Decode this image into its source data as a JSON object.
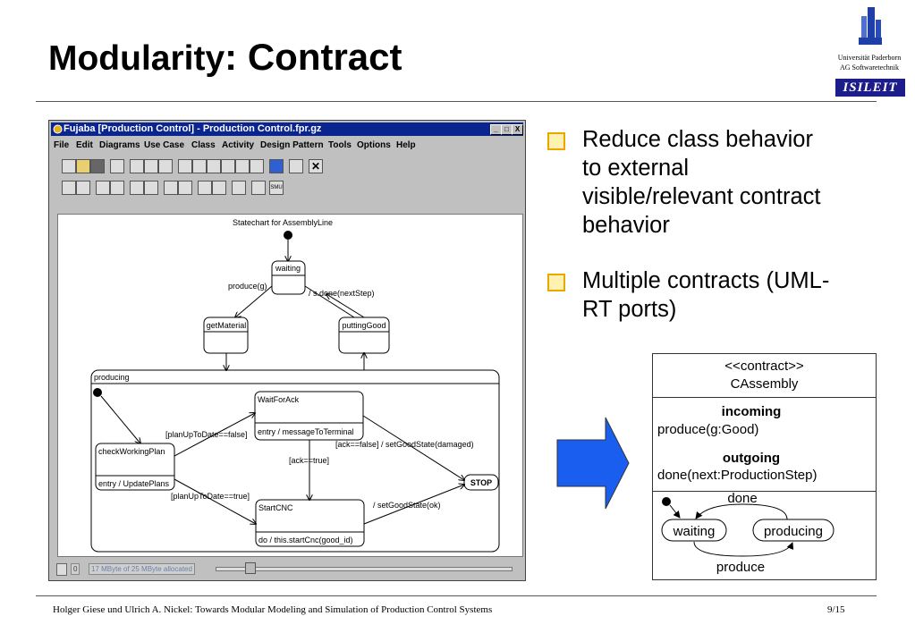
{
  "slide": {
    "title_part1": "Modularity",
    "title_part2": ": Contract",
    "logo": {
      "line1": "Universität Paderborn",
      "line2": "AG Softwaretechnik",
      "badge": "ISILEIT"
    },
    "bullets": [
      "Reduce class behavior to external visible/relevant contract behavior",
      "Multiple contracts (UML-RT ports)"
    ],
    "footer": {
      "citation": "Holger Giese und Ulrich A. Nickel: Towards Modular Modeling and Simulation of Production Control Systems",
      "page": "9/15"
    },
    "colors": {
      "bullet_box": "#e8a800",
      "arrow": "#1a5ef0",
      "titlebar": "#0a2490"
    }
  },
  "app": {
    "title": "Fujaba [Production Control] - Production Control.fpr.gz",
    "window_buttons": [
      "_",
      "□",
      "X"
    ],
    "menu": [
      "File",
      "Edit",
      "Diagrams",
      "Use Case",
      "Class",
      "Activity",
      "Design Pattern",
      "Tools",
      "Options",
      "Help"
    ],
    "toolbar_extra_label": "SMU",
    "status": {
      "field1": "0",
      "memory": "17 MByte of 25 MByte allocated"
    },
    "diagram": {
      "caption": "Statechart for AssemblyLine",
      "states": {
        "waiting": "waiting",
        "getMaterial": "getMaterial",
        "puttingGood": "puttingGood",
        "producing": "producing",
        "waitForAck": "WaitForAck",
        "waitForAck_action": "entry / messageToTerminal",
        "checkWorkingPlan": "checkWorkingPlan",
        "checkWorkingPlan_action": "entry / UpdatePlans",
        "startCNC": "StartCNC",
        "startCNC_action": "do / this.startCnc(good_id)",
        "stop": "STOP"
      },
      "labels": {
        "produce": "produce(g)",
        "done": "/ s.done(nextStep)",
        "planFalse": "[planUpToDate==false]",
        "planTrue": "[planUpToDate==true]",
        "ackFalse": "[ack==false] / setGoodState(damaged)",
        "ackTrue": "[ack==true]",
        "setOk": "/ setGoodState(ok)"
      }
    }
  },
  "contract": {
    "stereotype": "<<contract>>",
    "name": "CAssembly",
    "incoming_header": "incoming",
    "incoming": "produce(g:Good)",
    "outgoing_header": "outgoing",
    "outgoing": "done(next:ProductionStep)",
    "states": [
      "waiting",
      "producing"
    ],
    "transition_done": "done",
    "transition_produce": "produce"
  }
}
